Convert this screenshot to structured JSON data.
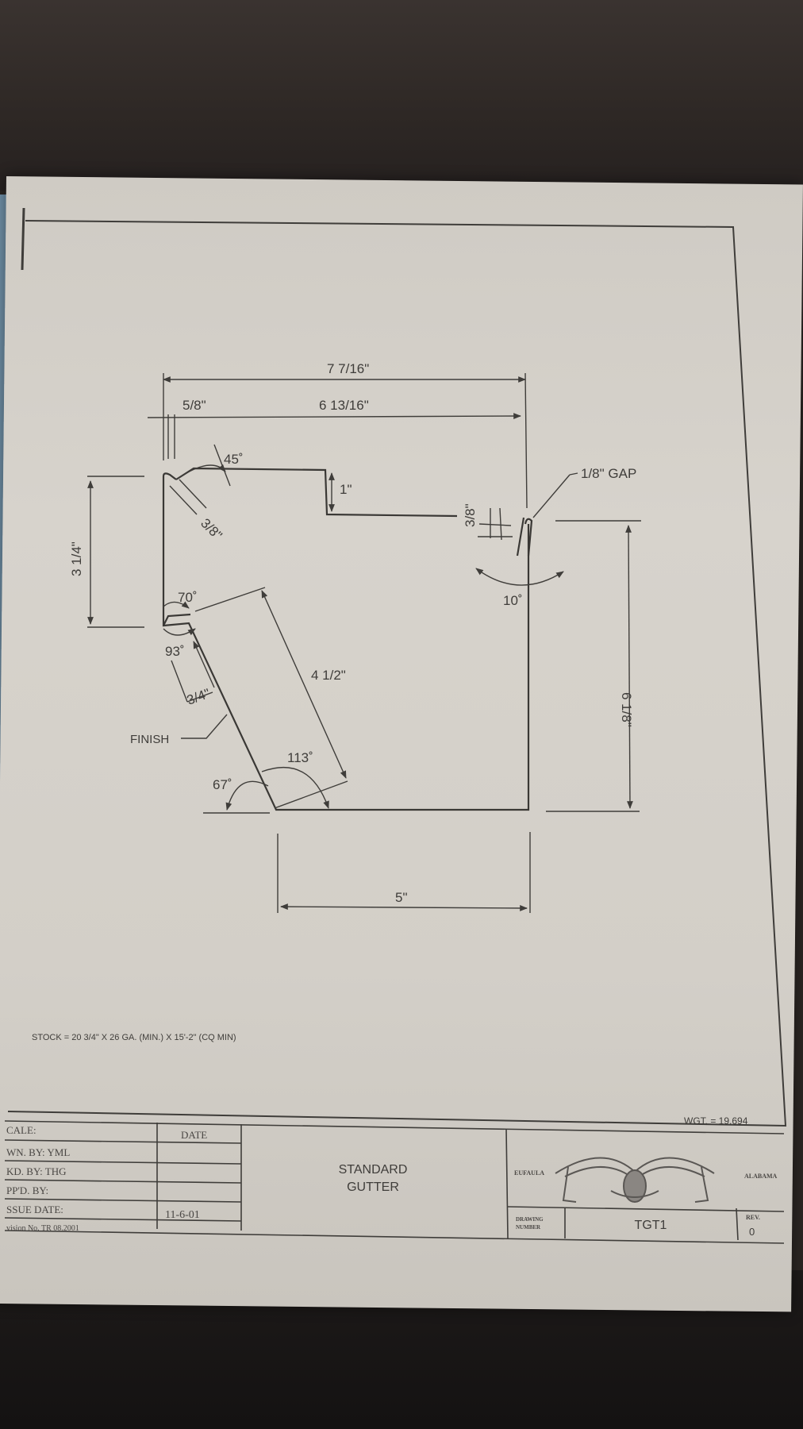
{
  "dimensions": {
    "overall_width": "7 7/16\"",
    "hem_width": "5/8\"",
    "back_width": "6 13/16\"",
    "front_height": "3 1/4\"",
    "top_drop": "1\"",
    "hem_depth": "3/8\"",
    "hem_angle": "45˚",
    "gap_label": "1/8\" GAP",
    "back_hem": "3/8\"",
    "back_angle": "10˚",
    "back_height": "6 1/8\"",
    "angle_70": "70˚",
    "angle_93": "93˚",
    "small_flange": "3/4\"",
    "slope_length": "4 1/2\"",
    "finish_label": "FINISH",
    "angle_113": "113˚",
    "angle_67": "67˚",
    "bottom_width": "5\""
  },
  "notes": {
    "stock": "STOCK = 20 3/4\" X 26 GA. (MIN.) X 15'-2\" (CQ MIN)",
    "weight": "WGT. = 19.694"
  },
  "title_block": {
    "scale": "CALE:",
    "date_header": "DATE",
    "drawn_by": "WN. BY: YML",
    "checked_by": "KD. BY: THG",
    "approved_by": "PP'D. BY:",
    "issue_date": "SSUE DATE:",
    "issue_date_value": "11-6-01",
    "revision_note": "vision No. TR 08.2001",
    "title_line1": "STANDARD",
    "title_line2": "GUTTER",
    "company_left": "EUFAULA",
    "company_right": "ALABAMA",
    "drawing_number_label_1": "DRAWING",
    "drawing_number_label_2": "NUMBER",
    "drawing_number": "TGT1",
    "rev_label": "REV.",
    "rev_value": "0"
  }
}
